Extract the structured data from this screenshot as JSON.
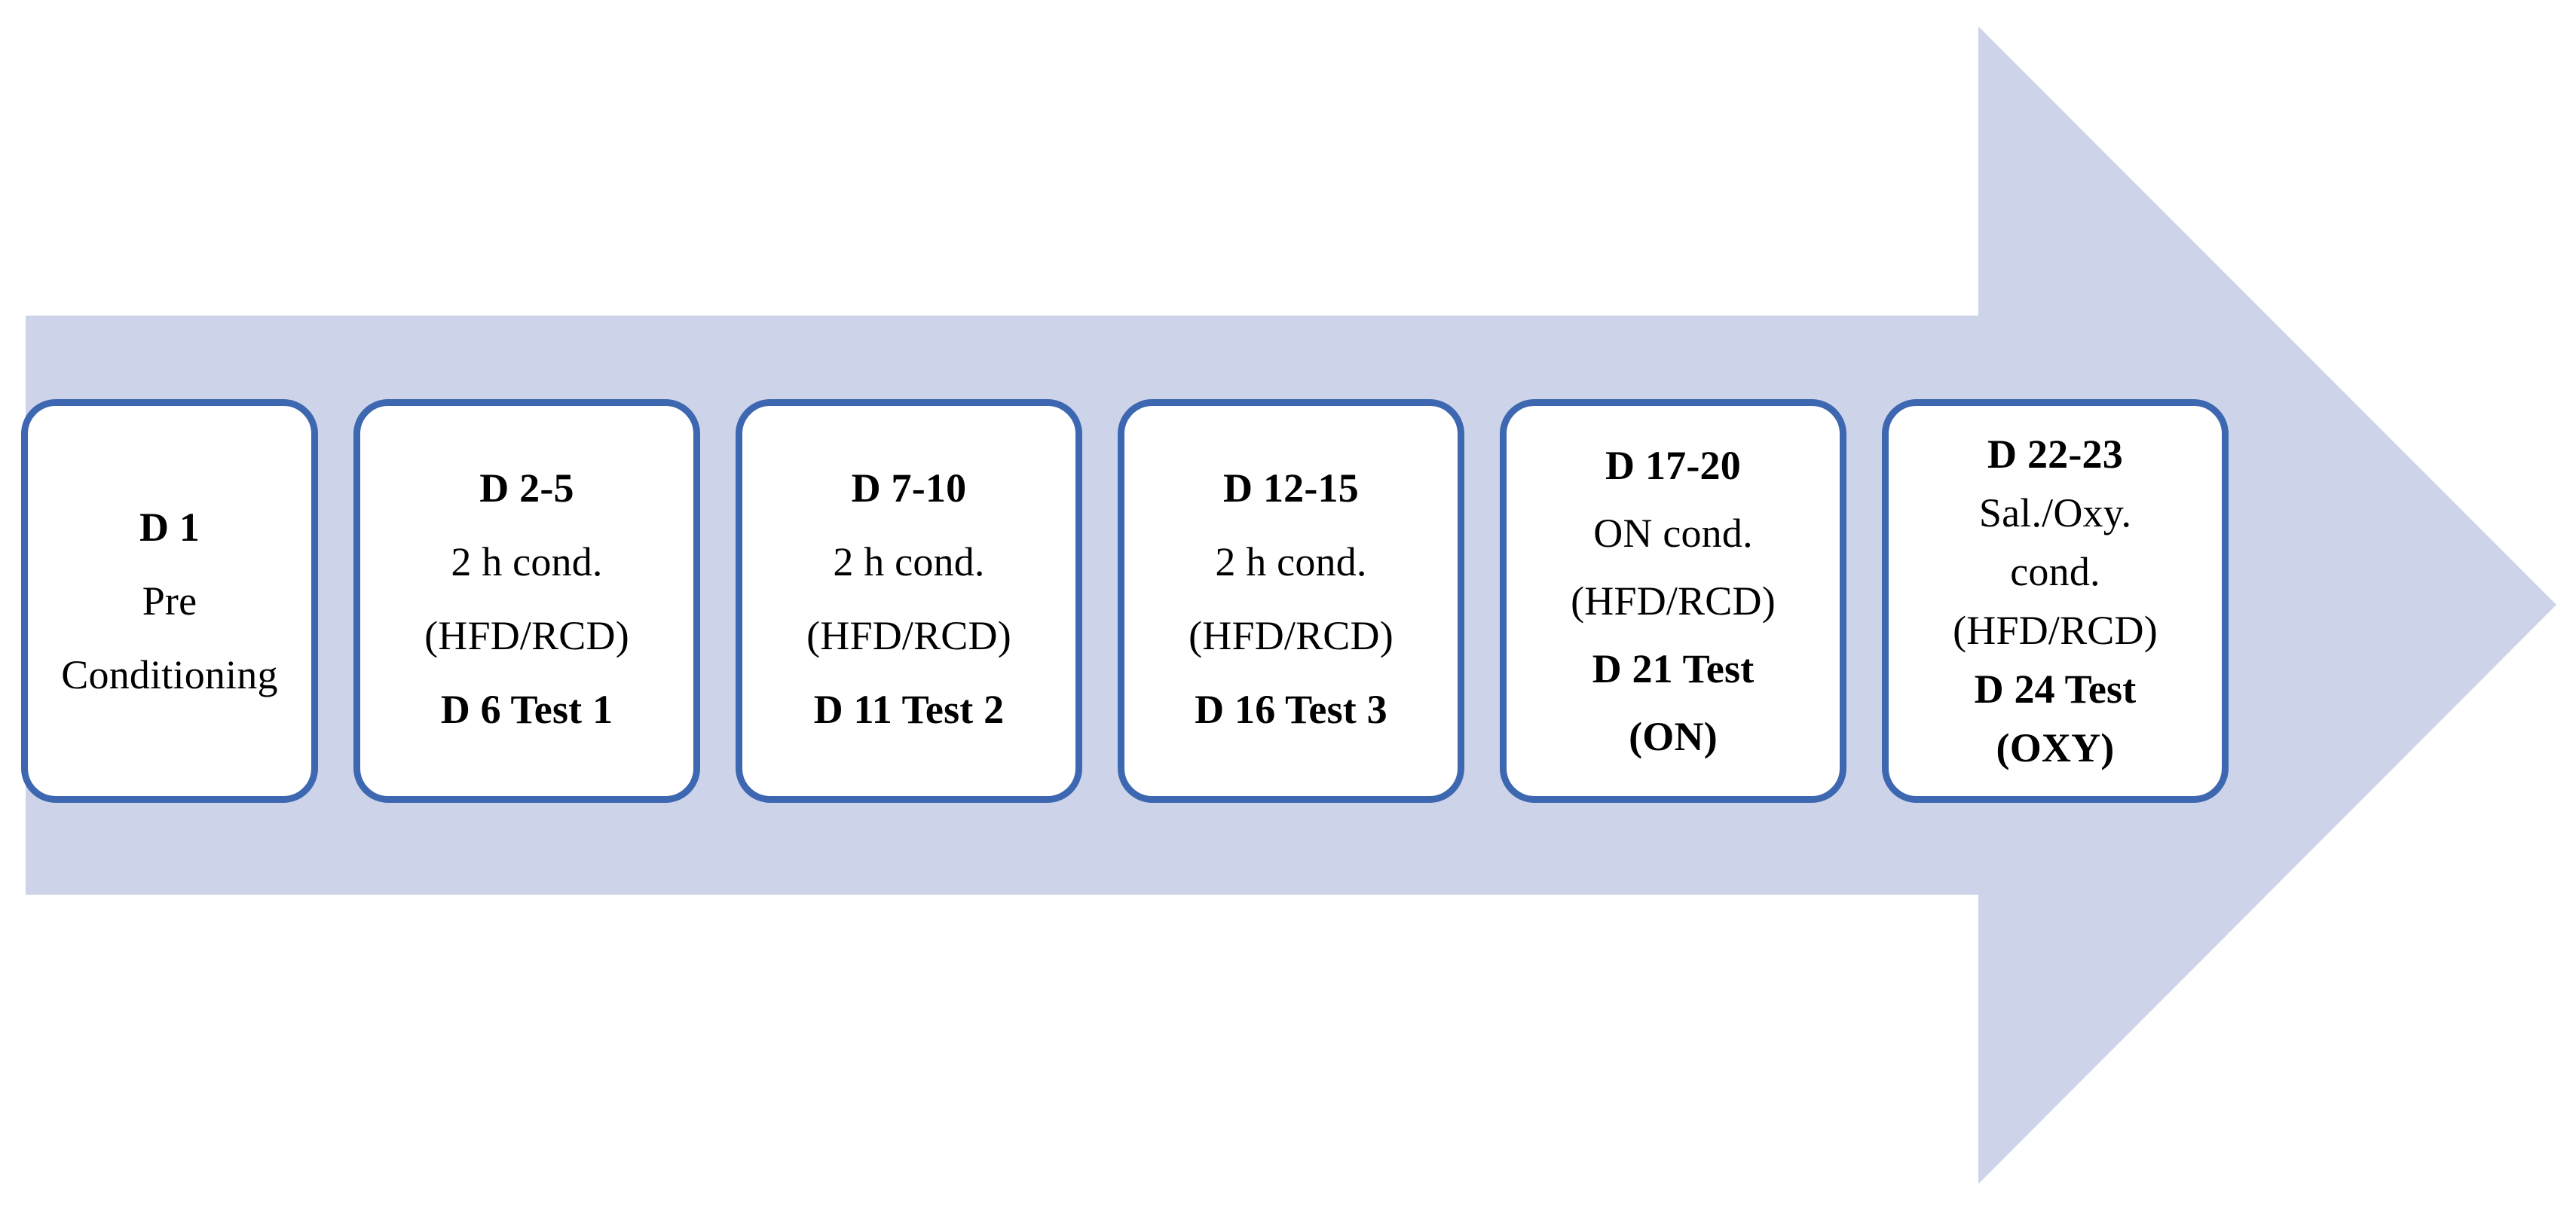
{
  "diagram": {
    "type": "experimental-timeline-arrow",
    "colors": {
      "arrow_fill": "#cdd4e9",
      "box_border": "#3d67b0",
      "box_fill": "#ffffff",
      "text": "#000000"
    },
    "arrow": {
      "direction": "right",
      "label": "experiment-timeline-arrow"
    },
    "stages": [
      {
        "id": "stage-1",
        "name": "pre-conditioning",
        "lines": [
          {
            "text": "D 1",
            "bold": true
          },
          {
            "text": "Pre",
            "bold": false
          },
          {
            "text": "Conditioning",
            "bold": false
          }
        ]
      },
      {
        "id": "stage-2",
        "name": "conditioning-block-1",
        "lines": [
          {
            "text": "D 2-5",
            "bold": true
          },
          {
            "text": "2 h cond.",
            "bold": false
          },
          {
            "text": "(HFD/RCD)",
            "bold": false
          },
          {
            "text": "D 6 Test 1",
            "bold": true
          }
        ]
      },
      {
        "id": "stage-3",
        "name": "conditioning-block-2",
        "lines": [
          {
            "text": "D 7-10",
            "bold": true
          },
          {
            "text": "2 h cond.",
            "bold": false
          },
          {
            "text": "(HFD/RCD)",
            "bold": false
          },
          {
            "text": "D 11 Test 2",
            "bold": true
          }
        ]
      },
      {
        "id": "stage-4",
        "name": "conditioning-block-3",
        "lines": [
          {
            "text": "D 12-15",
            "bold": true
          },
          {
            "text": "2 h cond.",
            "bold": false
          },
          {
            "text": "(HFD/RCD)",
            "bold": false
          },
          {
            "text": "D 16 Test 3",
            "bold": true
          }
        ]
      },
      {
        "id": "stage-5",
        "name": "overnight-conditioning-block",
        "lines": [
          {
            "text": "D 17-20",
            "bold": true
          },
          {
            "text": "ON cond.",
            "bold": false
          },
          {
            "text": "(HFD/RCD)",
            "bold": false
          },
          {
            "text": "D 21 Test",
            "bold": true
          },
          {
            "text": "(ON)",
            "bold": true
          }
        ]
      },
      {
        "id": "stage-6",
        "name": "saline-oxytocin-conditioning-block",
        "lines": [
          {
            "text": "D 22-23",
            "bold": true
          },
          {
            "text": "Sal./Oxy.",
            "bold": false
          },
          {
            "text": "cond.",
            "bold": false
          },
          {
            "text": "(HFD/RCD)",
            "bold": false
          },
          {
            "text": "D 24 Test",
            "bold": true
          },
          {
            "text": "(OXY)",
            "bold": true
          }
        ]
      }
    ]
  }
}
